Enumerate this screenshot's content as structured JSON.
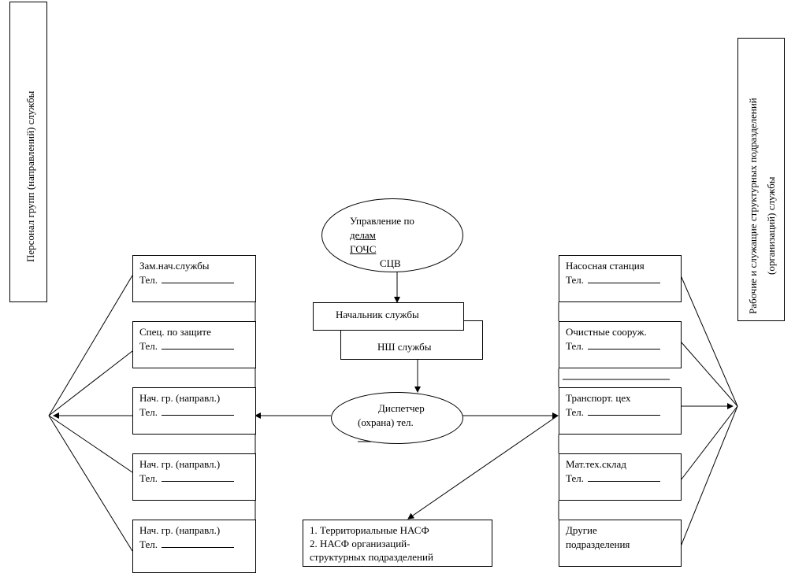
{
  "left_panel": {
    "label": "Персонал групп (направлений) службы"
  },
  "right_panel": {
    "line1": "Рабочие и служащие структурных подразделений",
    "line2": "(организаций)  службы"
  },
  "top_ellipse": {
    "line1": "Управление по",
    "line2": "делам",
    "line3": "ГОЧС",
    "line4": "СЦВ"
  },
  "chief_box": {
    "label": "Начальник службы"
  },
  "ns_box": {
    "label": "НШ службы"
  },
  "dispatcher": {
    "line1": "Диспетчер",
    "line2": "(охрана) тел."
  },
  "nasf_box": {
    "line1": "1. Территориальные НАСФ",
    "line2": "2. НАСФ организаций-",
    "line3": "структурных подразделений"
  },
  "left_boxes": [
    {
      "title": "Зам.нач.службы",
      "phone": "Тел."
    },
    {
      "title": "Спец. по защите",
      "phone": "Тел."
    },
    {
      "title": "Нач. гр. (направл.)",
      "phone": "Тел."
    },
    {
      "title": "Нач. гр. (направл.)",
      "phone": "Тел."
    },
    {
      "title": "Нач. гр. (направл.)",
      "phone": "Тел."
    }
  ],
  "right_boxes": [
    {
      "title": "Насосная станция",
      "phone": "Тел."
    },
    {
      "title": "Очистные сооруж.",
      "phone": "Тел."
    },
    {
      "title": "Транспорт. цех",
      "phone": "Тел."
    },
    {
      "title": "Мат.тех.склад",
      "phone": "Тел."
    },
    {
      "title": "Другие",
      "phone": "подразделения"
    }
  ]
}
